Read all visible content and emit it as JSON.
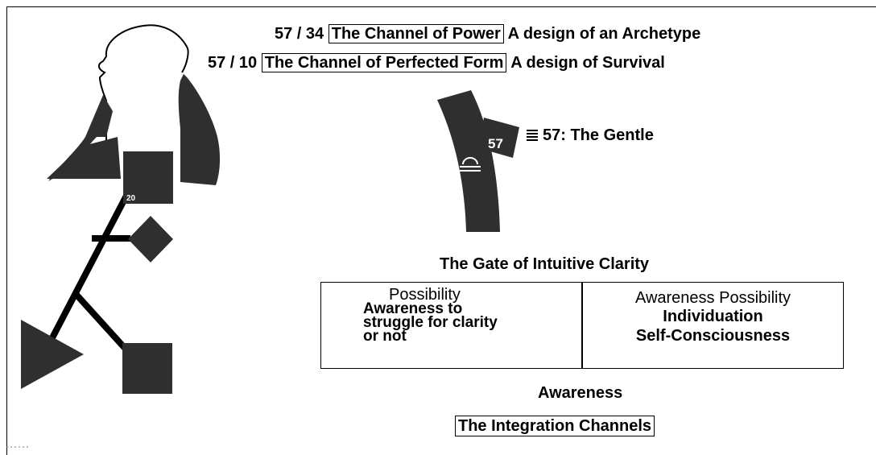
{
  "colors": {
    "dark": "#2f2f2f",
    "ink": "#000000",
    "background": "#ffffff"
  },
  "channels": [
    {
      "number": "57 / 34",
      "name": "The Channel of Power",
      "design": "A design of an Archetype"
    },
    {
      "number": "57 / 10",
      "name": "The Channel of Perfected Form",
      "design": "A design of Survival"
    }
  ],
  "gate": {
    "badge": "57",
    "hexagram_icon": "hexagram-icon",
    "title": "57: The Gentle",
    "name": "The Gate of Intuitive Clarity"
  },
  "bodygraph": {
    "gate_label": "20",
    "icons": [
      "head-profile-icon",
      "throat-center-icon",
      "g-center-icon",
      "spleen-center-icon",
      "sacral-center-icon"
    ]
  },
  "properties": {
    "left": {
      "heading": "Possibility",
      "body": "Awareness to\nstruggle for clarity\nor not"
    },
    "right": {
      "heading": "Awareness Possibility",
      "body": "Individuation\nSelf-Consciousness"
    }
  },
  "circuit": "Awareness",
  "group_link": "The Integration Channels"
}
